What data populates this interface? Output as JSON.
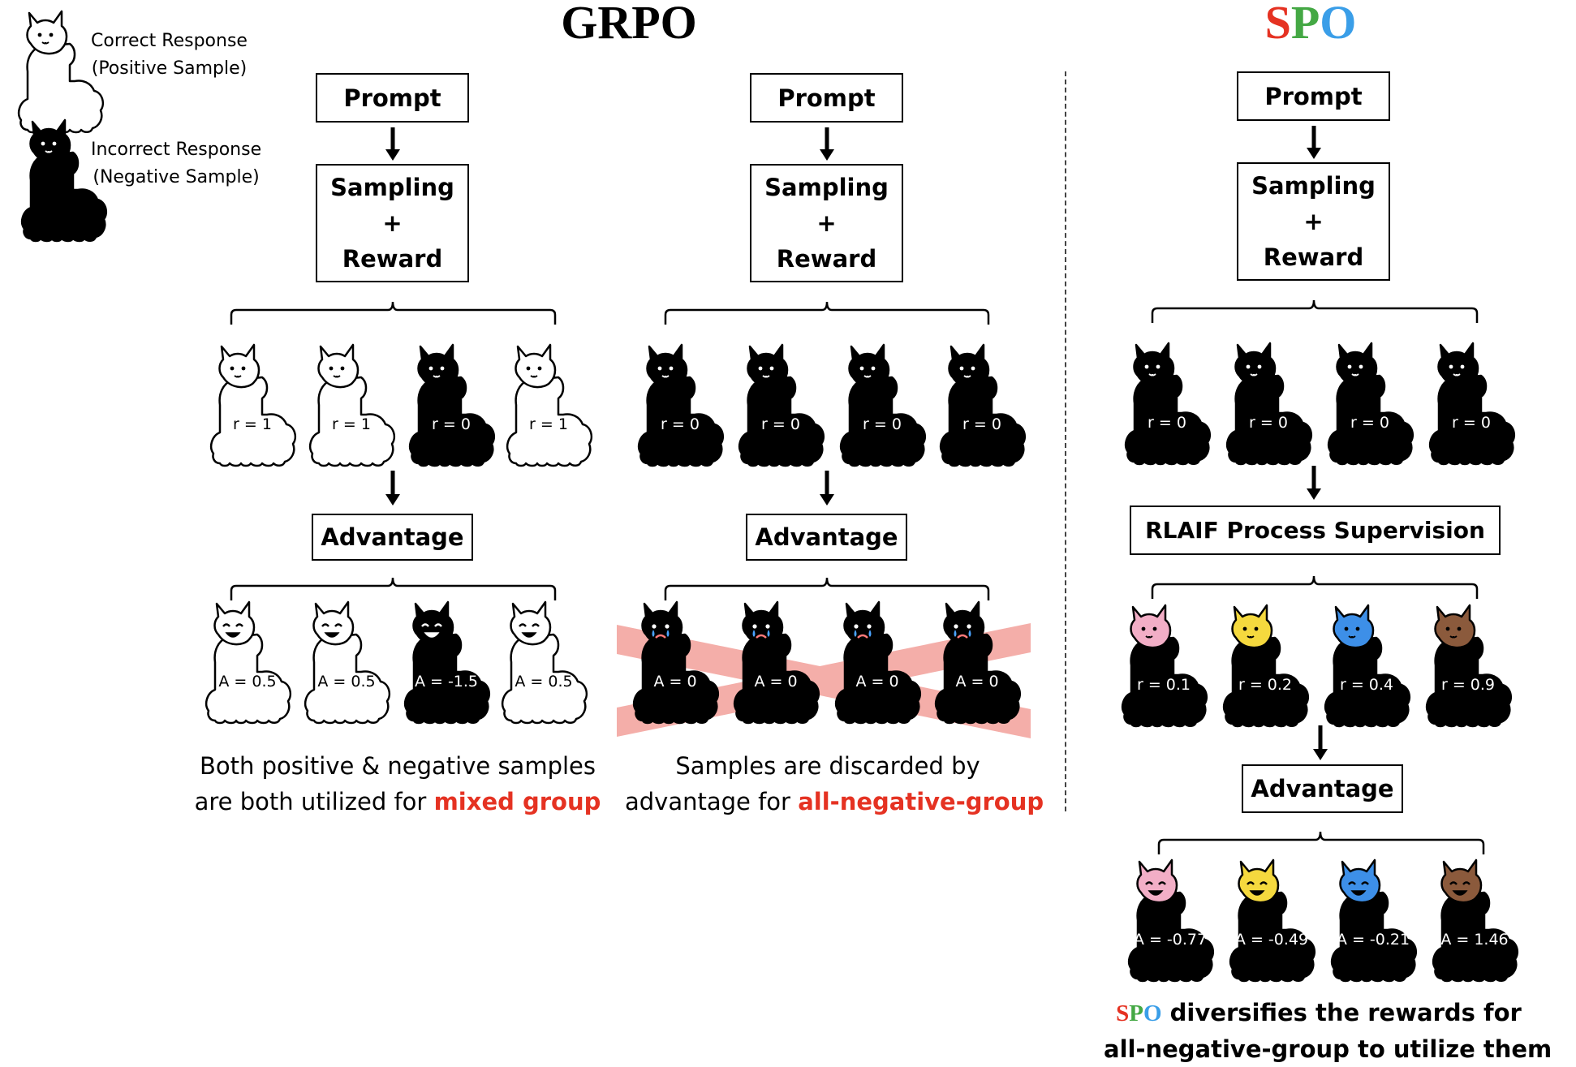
{
  "titles": {
    "grpo": "GRPO",
    "spo": {
      "s": "S",
      "p": "P",
      "o": "O"
    }
  },
  "legend": {
    "positive": {
      "line1": "Correct Response",
      "line2": "(Positive Sample)"
    },
    "negative": {
      "line1": "Incorrect Response",
      "line2": "(Negative Sample)"
    }
  },
  "flow": {
    "prompt": "Prompt",
    "sampling": "Sampling",
    "plus": "+",
    "reward": "Reward",
    "advantage": "Advantage",
    "rlaif": "RLAIF Process Supervision"
  },
  "columns": [
    {
      "rewards": [
        {
          "kind": "white",
          "label": "r = 1"
        },
        {
          "kind": "white",
          "label": "r = 1"
        },
        {
          "kind": "black",
          "label": "r = 0"
        },
        {
          "kind": "white",
          "label": "r = 1"
        }
      ],
      "advantages": [
        {
          "kind": "white",
          "face": "happy",
          "label": "A = 0.5"
        },
        {
          "kind": "white",
          "face": "happy",
          "label": "A = 0.5"
        },
        {
          "kind": "black",
          "face": "happy",
          "label": "A = -1.5"
        },
        {
          "kind": "white",
          "face": "happy",
          "label": "A = 0.5"
        }
      ],
      "caption": {
        "line1": "Both positive & negative samples",
        "line2_pre": "are both utilized for ",
        "line2_hl": "mixed group"
      }
    },
    {
      "rewards": [
        {
          "kind": "black",
          "label": "r = 0"
        },
        {
          "kind": "black",
          "label": "r = 0"
        },
        {
          "kind": "black",
          "label": "r = 0"
        },
        {
          "kind": "black",
          "label": "r = 0"
        }
      ],
      "advantages": [
        {
          "kind": "black",
          "face": "sad",
          "label": "A = 0"
        },
        {
          "kind": "black",
          "face": "sad",
          "label": "A = 0"
        },
        {
          "kind": "black",
          "face": "sad",
          "label": "A = 0"
        },
        {
          "kind": "black",
          "face": "sad",
          "label": "A = 0"
        }
      ],
      "caption": {
        "line1": "Samples are discarded by",
        "line2_pre": "advantage for ",
        "line2_hl": "all-negative-group"
      }
    },
    {
      "rewards": [
        {
          "kind": "black",
          "label": "r = 0"
        },
        {
          "kind": "black",
          "label": "r = 0"
        },
        {
          "kind": "black",
          "label": "r = 0"
        },
        {
          "kind": "black",
          "label": "r = 0"
        }
      ],
      "process": [
        {
          "kind": "black",
          "head": "#f2aec6",
          "label": "r = 0.1"
        },
        {
          "kind": "black",
          "head": "#f5d93e",
          "label": "r = 0.2"
        },
        {
          "kind": "black",
          "head": "#3d8fe8",
          "label": "r = 0.4"
        },
        {
          "kind": "black",
          "head": "#8b5a3c",
          "label": "r = 0.9"
        }
      ],
      "advantages": [
        {
          "kind": "black",
          "head": "#f2aec6",
          "face": "happy",
          "label": "A = -0.77"
        },
        {
          "kind": "black",
          "head": "#f5d93e",
          "face": "happy",
          "label": "A = -0.49"
        },
        {
          "kind": "black",
          "head": "#3d8fe8",
          "face": "happy",
          "label": "A = -0.21"
        },
        {
          "kind": "black",
          "head": "#8b5a3c",
          "face": "happy",
          "label": "A = 1.46"
        }
      ],
      "caption": {
        "line1_rest": " diversifies the rewards for",
        "line2": "all-negative-group to utilize them"
      }
    }
  ],
  "colors": {
    "highlight_red": "#e53222",
    "spo_s": "#e53222",
    "spo_p": "#44a844",
    "spo_o": "#3a9ee8",
    "strike": "#f3a09b"
  }
}
